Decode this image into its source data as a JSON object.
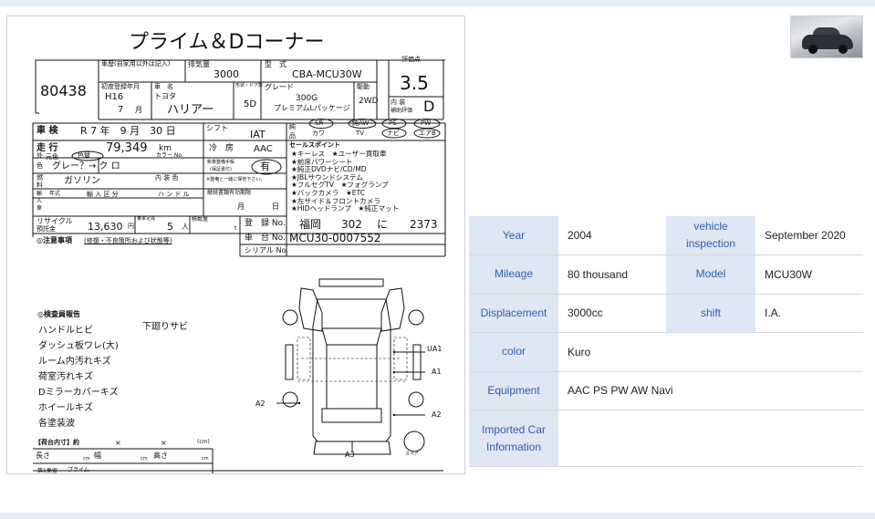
{
  "sheet": {
    "header_title": "プライム＆Dコーナー",
    "lot_number": "80438",
    "history_label": "車歴(自家用以外は記入)",
    "displacement_label": "排気量",
    "displacement": "3000",
    "type_label": "型　式",
    "model_code": "CBA-MCU30W",
    "score_label": "評価点",
    "score": "3.5",
    "first_reg_label": "初度登録年月",
    "first_reg_year": "H16",
    "first_reg_month": "7",
    "month_unit": "月",
    "maker_label": "車　名",
    "maker": "トヨタ",
    "car_name": "ハリアー",
    "doors_label": "形状・ドア数",
    "doors": "5D",
    "grade_label": "グレード",
    "grade_1": "300G",
    "grade_2": "プレミアムLパッケージ",
    "drive_label": "駆動",
    "drive": "2WD",
    "interior_label_1": "内 装",
    "interior_label_2": "補助評価",
    "interior_score": "D",
    "inspection_label": "車 検",
    "inspection": "R 7 年　9 月　30 日",
    "shift_label": "シフト",
    "shift": "IAT",
    "equip_label_1": "純",
    "equip_label_2": "品",
    "equip_sr": "SR",
    "equip_aw": "純AW",
    "equip_ps": "PS",
    "equip_pw": "PW",
    "equip_kawa": "カワ",
    "equip_tv": "TV",
    "equip_navi": "ナビ",
    "equip_airbag": "エアB",
    "mileage_label": "走 行",
    "mileage": "79,349",
    "mileage_unit": "km",
    "ac_label": "冷　房",
    "ac": "AAC",
    "color_label_1": "外",
    "color_label_2": "色",
    "orig_color_label": "元色",
    "color_change": "色替",
    "color_no_label": "カラー No.",
    "color_value": "グレー？→ ク ロ",
    "fuel_label_1": "燃",
    "fuel_label_2": "料",
    "fuel": "ガソリン",
    "interior_color_label": "内 装 色",
    "manual_label_1": "新車整備手帳",
    "manual_label_2": "(保証書付)",
    "manual_status": "有",
    "manual_note": "※整備と一緒に保管下さい。",
    "import_label_1": "輸",
    "import_label_2": "入",
    "import_label_3": "車",
    "year_label": "年式",
    "import_class_label": "輸 入 区 分",
    "handle_label": "ハ ン ド ル",
    "registration_label": "継続書類有効期限",
    "month_short": "月",
    "day_short": "日",
    "recycle_label_1": "リサイクル",
    "recycle_label_2": "預託金",
    "recycle_amount": "13,630",
    "yen": "円",
    "capacity_label": "乗車定員",
    "capacity": "5",
    "person_unit": "人",
    "load_label": "積載量",
    "load_unit": "t",
    "plate_label": "登　録 No.",
    "plate_area": "福岡",
    "plate_class": "302",
    "plate_kana": "に",
    "plate_number": "2373",
    "chassis_label": "車　台 No.",
    "chassis": "MCU30-0007552",
    "serial_label": "シリアル No.",
    "notes_label": "◎注意事項",
    "notes_sub": "(修復・不良箇所および状態等)",
    "report_title": "◎検査員報告",
    "report_items": [
      "ハンドルヒビ",
      "ダッシュ板ワレ(大)",
      "ルーム内汚れキズ",
      "荷室汚れキズ",
      "Dミラーカバーキズ",
      "ホイールキズ",
      "各塗装波"
    ],
    "report_right": "下廻りサビ",
    "sales_title": "セールスポイント",
    "sales_points": [
      "★キーレス　★ユーザー買取車",
      "★前席パワーシート",
      "★純正DVDナビ/CD/MD",
      "★JBLサウンドシステム",
      "★フルセグTV　★フォグランプ",
      "★バックカメラ　★ETC",
      "★左サイド＆フロントカメラ",
      "★HIDヘッドランプ　★純正マット"
    ],
    "cargo_title": "【荷台内寸】約",
    "cargo_x1": "×",
    "cargo_x2": "×",
    "cargo_cm": "(cm)",
    "length_label": "長さ",
    "width_label": "幅",
    "height_label": "高さ",
    "cm": "cm",
    "owner_label": "第1乗留",
    "owner_value": "プライム",
    "diagram_ua1": "UA1",
    "diagram_a1": "A1",
    "diagram_a2_left": "A2",
    "diagram_a2_right": "A2",
    "diagram_a3": "A3",
    "diagram_spare": "スペア"
  },
  "specs": {
    "rows": [
      {
        "label": "Year",
        "value": "2004",
        "label2": "vehicle inspection",
        "value2": "September 2020"
      },
      {
        "label": "Mileage",
        "value": "80 thousand",
        "label2": "Model",
        "value2": "MCU30W"
      },
      {
        "label": "Displacement",
        "value": "3000cc",
        "label2": "shift",
        "value2": "I.A."
      },
      {
        "label": "color",
        "value": "Kuro"
      },
      {
        "label": "Equipment",
        "value": "AAC PS PW AW Navi"
      },
      {
        "label": "Imported Car Information",
        "value": ""
      }
    ]
  },
  "colors": {
    "label_bg": "#dfe6f4",
    "label_text": "#2f5fa8",
    "page_bg": "#e8edf5"
  }
}
